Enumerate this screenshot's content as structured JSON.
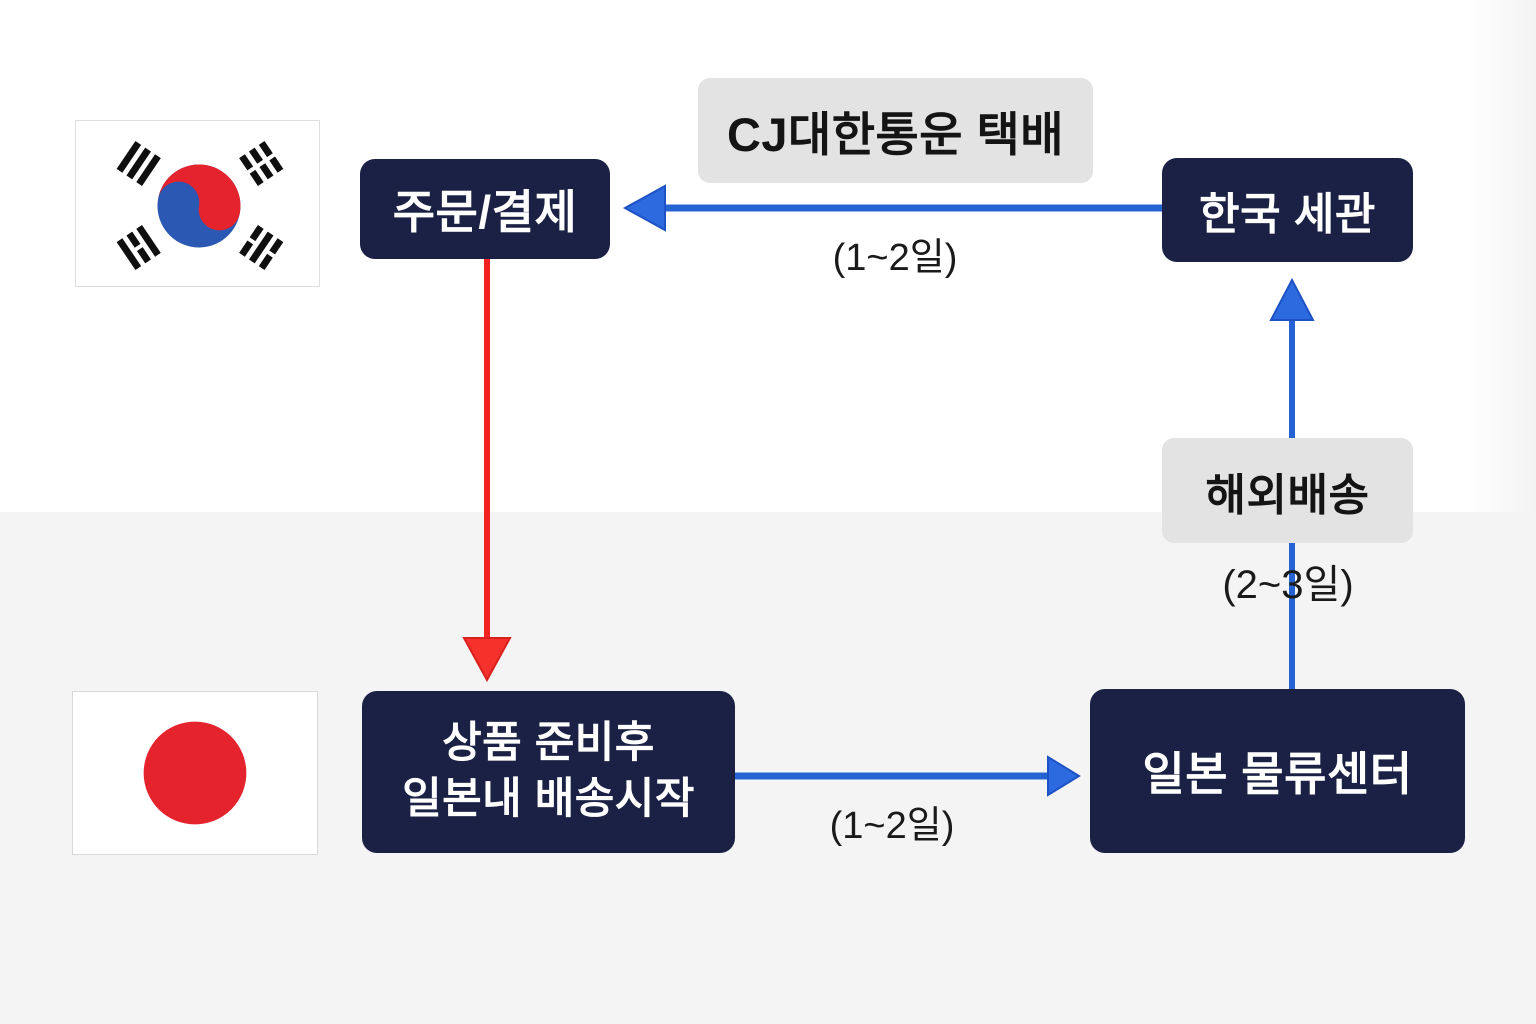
{
  "diagram": {
    "nodes": {
      "order": {
        "label": "주문/결제"
      },
      "korea_customs": {
        "label": "한국 세관"
      },
      "product": {
        "label_line1": "상품 준비후",
        "label_line2": "일본내 배송시작"
      },
      "japan_center": {
        "label": "일본 물류센터"
      }
    },
    "labels": {
      "courier": "CJ대한통운 택배",
      "overseas": "해외배송"
    },
    "durations": {
      "customs_to_order": "(1~2일)",
      "center_to_customs": "(2~3일)",
      "product_to_center": "(1~2일)"
    },
    "flags": {
      "korea": "south-korea-flag",
      "japan": "japan-flag"
    },
    "colors": {
      "node_navy": "#1b2144",
      "arrow_blue": "#2563d4",
      "arrow_red": "#f12220",
      "label_gray": "#e3e3e4",
      "bg_bottom": "#f4f4f5",
      "flag_red": "#e5232d",
      "flag_blue": "#2b58b2"
    }
  }
}
